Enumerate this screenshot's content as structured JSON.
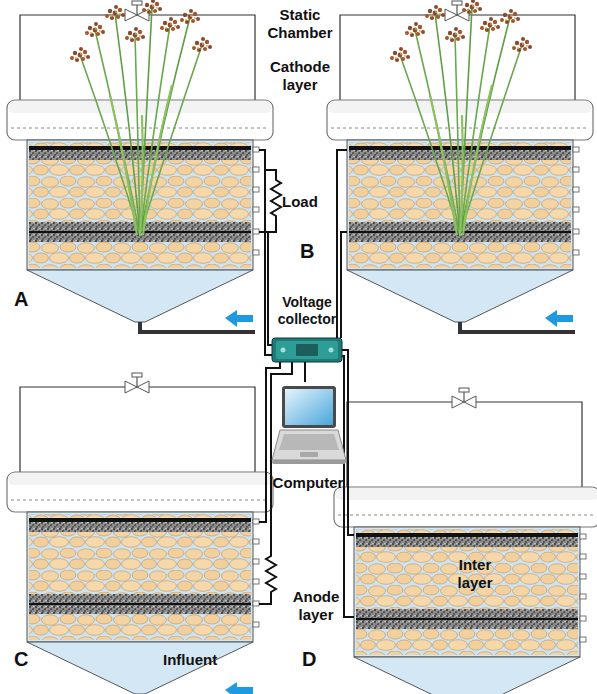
{
  "diagram": {
    "nodes": [
      {
        "text": [
          "A"
        ]
      },
      {
        "text": [
          "B"
        ]
      },
      {
        "text": [
          "Voltage collector"
        ]
      },
      {
        "text": [
          "Computer"
        ]
      },
      {
        "text": [
          "C"
        ]
      },
      {
        "text": [
          "D"
        ]
      }
    ],
    "edges": [
      {
        "from": 0,
        "to": 2,
        "arrow": "none"
      },
      {
        "from": 1,
        "to": 2,
        "arrow": "none"
      },
      {
        "from": 4,
        "to": 2,
        "arrow": "none"
      },
      {
        "from": 5,
        "to": 2,
        "arrow": "none"
      },
      {
        "from": 2,
        "to": 3,
        "arrow": "none"
      }
    ],
    "labels": [
      "Static Chamber",
      "Cathode layer",
      "Load",
      "Influent",
      "Inter layer",
      "Anode layer"
    ]
  }
}
